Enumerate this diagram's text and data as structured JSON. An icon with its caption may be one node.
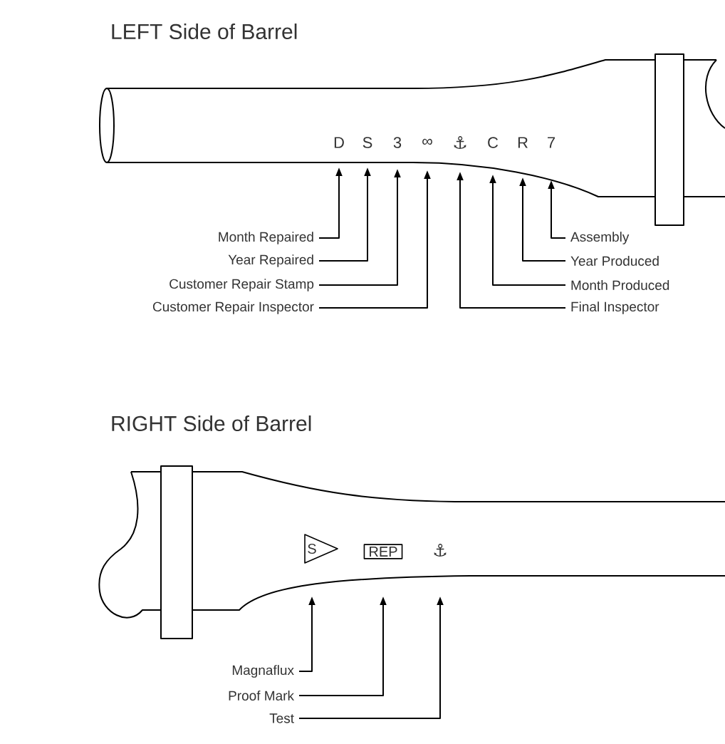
{
  "diagram": {
    "nodes": [
      {
        "text": [
          "D"
        ]
      },
      {
        "text": [
          "S"
        ]
      },
      {
        "text": [
          "3"
        ]
      },
      {
        "text": [
          "∞"
        ]
      },
      {
        "text": [
          "⚓"
        ]
      },
      {
        "text": [
          "C"
        ]
      },
      {
        "text": [
          "R"
        ]
      },
      {
        "text": [
          "7"
        ]
      },
      {
        "text": [
          "Month Repaired"
        ]
      },
      {
        "text": [
          "Year Repaired"
        ]
      },
      {
        "text": [
          "Customer Repair Stamp"
        ]
      },
      {
        "text": [
          "Customer Repair Inspector"
        ]
      },
      {
        "text": [
          "Assembly"
        ]
      },
      {
        "text": [
          "Year Produced"
        ]
      },
      {
        "text": [
          "Month Produced"
        ]
      },
      {
        "text": [
          "Final Inspector"
        ]
      },
      {
        "text": [
          "S"
        ]
      },
      {
        "text": [
          "REP"
        ]
      },
      {
        "text": [
          "⚓"
        ]
      },
      {
        "text": [
          "Magnaflux"
        ]
      },
      {
        "text": [
          "Proof Mark"
        ]
      },
      {
        "text": [
          "Test"
        ]
      }
    ],
    "edges": [
      {
        "from": 8,
        "to": 0,
        "arrow": "to"
      },
      {
        "from": 9,
        "to": 1,
        "arrow": "to"
      },
      {
        "from": 10,
        "to": 2,
        "arrow": "to"
      },
      {
        "from": 11,
        "to": 3,
        "arrow": "to"
      },
      {
        "from": 12,
        "to": 7,
        "arrow": "to"
      },
      {
        "from": 13,
        "to": 6,
        "arrow": "to"
      },
      {
        "from": 14,
        "to": 5,
        "arrow": "to"
      },
      {
        "from": 15,
        "to": 4,
        "arrow": "to"
      },
      {
        "from": 19,
        "to": 16,
        "arrow": "to"
      },
      {
        "from": 20,
        "to": 17,
        "arrow": "to"
      },
      {
        "from": 21,
        "to": 18,
        "arrow": "to"
      }
    ],
    "labels": [
      "LEFT Side of Barrel",
      "RIGHT Side of Barrel"
    ]
  }
}
